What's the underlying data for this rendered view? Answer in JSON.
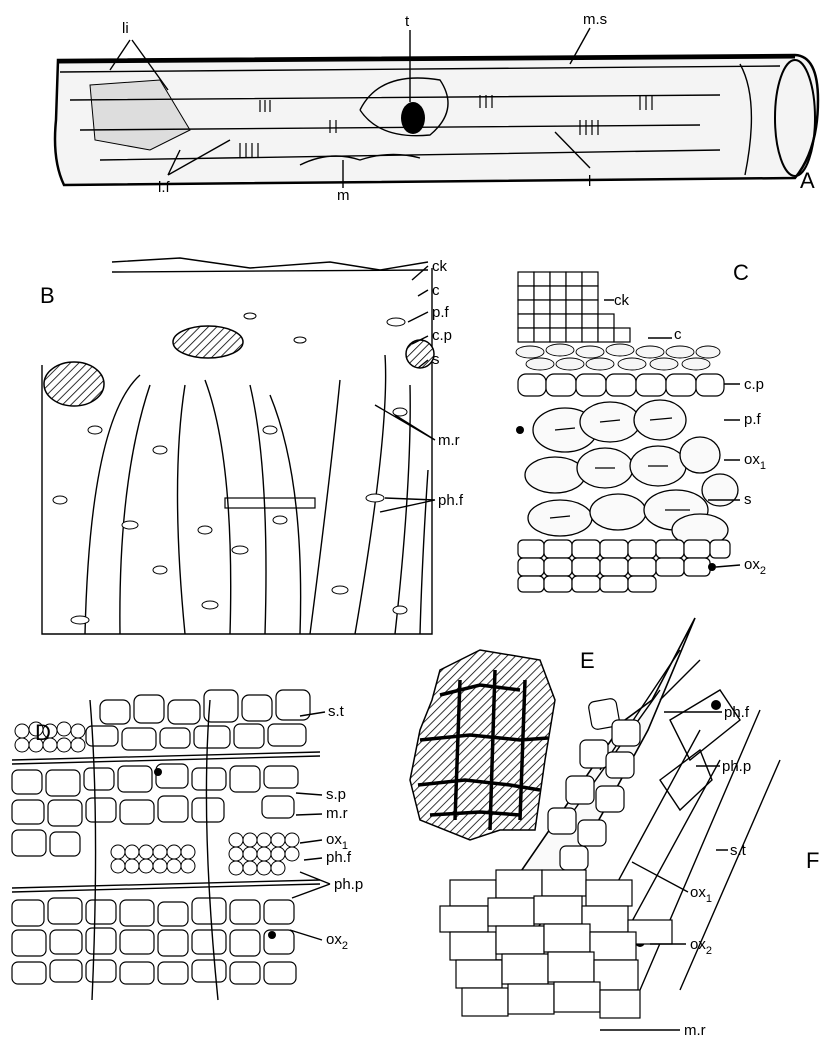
{
  "panels": {
    "A": {
      "letter": "A",
      "labels": {
        "li": "li",
        "t": "t",
        "ms": "m.s",
        "lf": "l.f",
        "m": "m",
        "l": "l"
      }
    },
    "B": {
      "letter": "B",
      "labels": {
        "ck": "ck",
        "c": "c",
        "pf": "p.f",
        "cp": "c.p",
        "s": "s",
        "mr": "m.r",
        "phf": "ph.f"
      }
    },
    "C": {
      "letter": "C",
      "labels": {
        "ck": "ck",
        "c": "c",
        "cp": "c.p",
        "pf": "p.f",
        "ox1": "ox",
        "ox1_sub": "1",
        "s": "s",
        "ox2": "ox",
        "ox2_sub": "2"
      }
    },
    "D": {
      "letter": "D",
      "labels": {
        "st": "s.t",
        "sp": "s.p",
        "mr": "m.r",
        "ox1": "ox",
        "ox1_sub": "1",
        "phf": "ph.f",
        "php": "ph.p",
        "ox2": "ox",
        "ox2_sub": "2"
      }
    },
    "E": {
      "letter": "E"
    },
    "F": {
      "letter": "F",
      "labels": {
        "phf": "ph.f",
        "php": "ph.p",
        "st": "s.t",
        "ox1": "ox",
        "ox1_sub": "1",
        "ox2": "ox",
        "ox2_sub": "2",
        "mr": "m.r"
      }
    }
  }
}
